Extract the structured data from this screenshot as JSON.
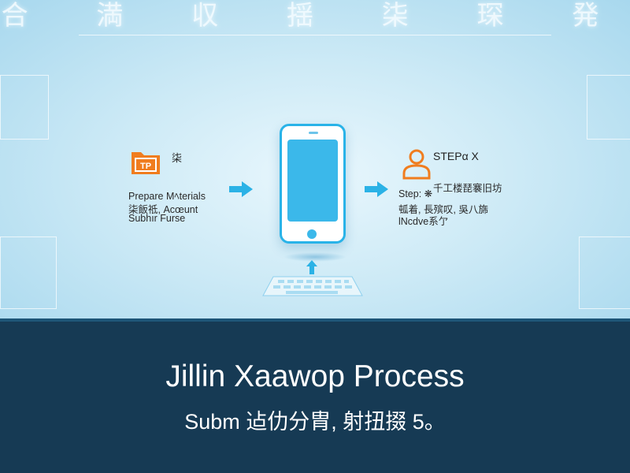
{
  "header": {
    "title": "合 満 収 揺 柒 琛 発"
  },
  "left_step": {
    "icon_text": "TP",
    "heading": "柒",
    "lines": [
      "Prepare Mﾍterials",
      "柒飯祗, Acœunt",
      "Subhır Furse"
    ]
  },
  "right_step": {
    "heading": "STEPα X",
    "subheading": "千工楼琵褰旧坊",
    "lines": [
      "Step: ❋",
      "㼊着, 長殡叹, 吳八旆",
      "lNcdve系亇"
    ]
  },
  "footer": {
    "title": "Jillin Xaawop Process",
    "subtitle": "Subm 迠仂分胄, 射扭掇 5。"
  },
  "colors": {
    "accent_blue": "#29b3e8",
    "accent_orange": "#f07d1f",
    "footer_bg": "#163a54"
  },
  "icons": [
    "folder-icon",
    "arrow-right-icon",
    "smartphone-icon",
    "arrow-up-icon",
    "keyboard-icon",
    "person-icon"
  ]
}
